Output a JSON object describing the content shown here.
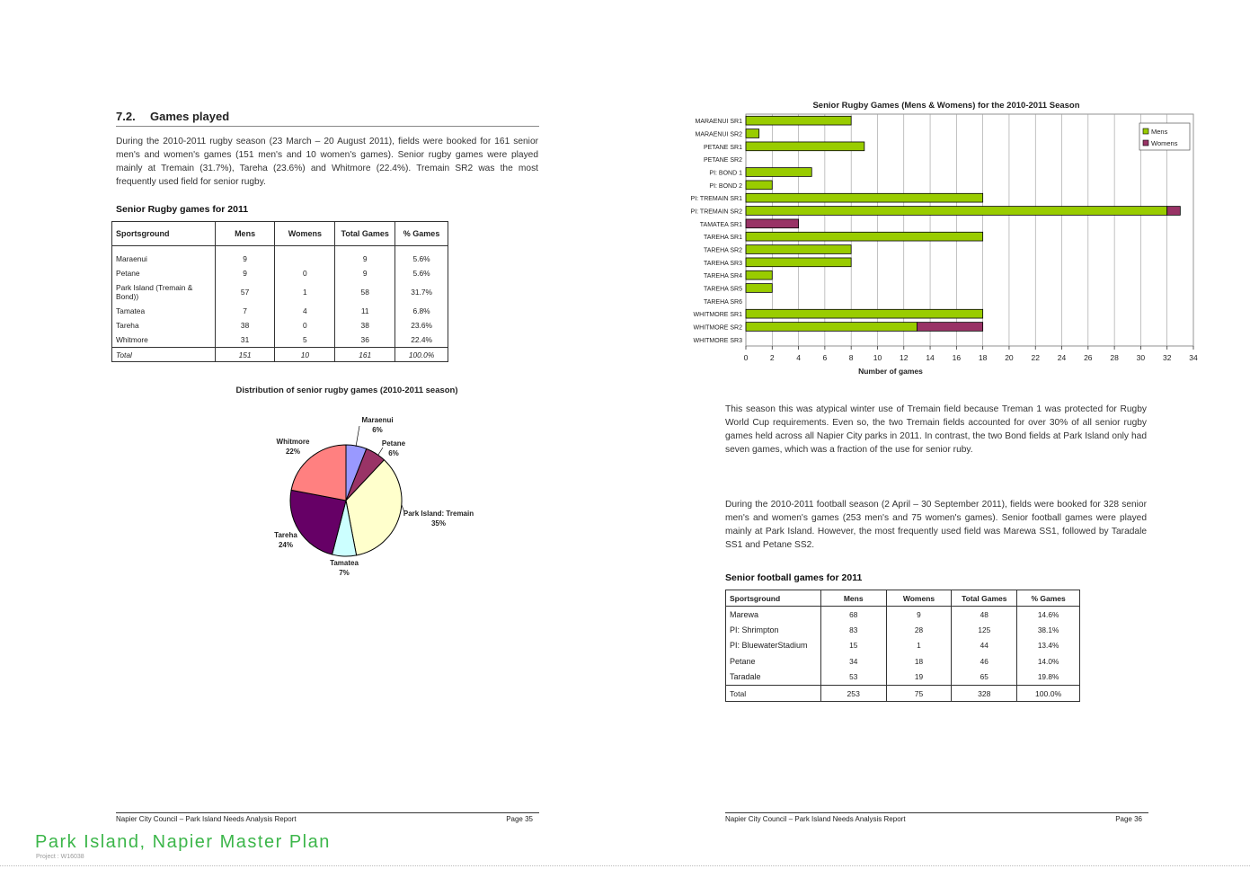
{
  "left_page": {
    "section_number": "7.2.",
    "section_title": "Games played",
    "intro": "During the 2010-2011 rugby season (23 March – 20 August 2011), fields were booked for 161 senior men's and women's games (151 men's and 10 women's games).  Senior rugby games were played mainly at Tremain (31.7%), Tareha (23.6%) and Whitmore (22.4%).  Tremain SR2 was the most frequently used field for senior rugby.",
    "rugby_table_title": "Senior Rugby games for 2011",
    "rugby_table": {
      "headers": [
        "Sportsground",
        "Mens",
        "Womens",
        "Total Games",
        "% Games"
      ],
      "rows": [
        [
          "Maraenui",
          "9",
          "",
          "9",
          "5.6%"
        ],
        [
          "Petane",
          "9",
          "0",
          "9",
          "5.6%"
        ],
        [
          "Park Island (Tremain & Bond))",
          "57",
          "1",
          "58",
          "31.7%"
        ],
        [
          "Tamatea",
          "7",
          "4",
          "11",
          "6.8%"
        ],
        [
          "Tareha",
          "38",
          "0",
          "38",
          "23.6%"
        ],
        [
          "Whitmore",
          "31",
          "5",
          "36",
          "22.4%"
        ]
      ],
      "total": [
        "Total",
        "151",
        "10",
        "161",
        "100.0%"
      ]
    },
    "footer_left": "Napier City Council – Park Island Needs Analysis Report",
    "footer_page": "Page 35"
  },
  "right_page": {
    "para1": "This season this was atypical winter use of Tremain field because Treman 1 was protected for Rugby World Cup requirements.  Even so, the two Tremain fields accounted for over 30% of all senior rugby games held across all Napier City parks in 2011.  In contrast, the two Bond fields at Park Island only had seven games, which was a fraction of the use for senior ruby.",
    "para2": "During the 2010-2011 football season (2 April – 30 September 2011), fields were booked for 328 senior men's and women's games (253 men's and 75 women's games).  Senior football games were played mainly at Park Island.  However, the most frequently used field was Marewa SS1, followed by Taradale SS1 and Petane SS2.",
    "football_table_title": "Senior football games for 2011",
    "football_table": {
      "headers": [
        "Sportsground",
        "Mens",
        "Womens",
        "Total Games",
        "% Games"
      ],
      "rows": [
        [
          "Marewa",
          "68",
          "9",
          "48",
          "14.6%"
        ],
        [
          "PI: Shrimpton",
          "83",
          "28",
          "125",
          "38.1%"
        ],
        [
          "PI: BluewaterStadium",
          "15",
          "1",
          "44",
          "13.4%"
        ],
        [
          "Petane",
          "34",
          "18",
          "46",
          "14.0%"
        ],
        [
          "Taradale",
          "53",
          "19",
          "65",
          "19.8%"
        ]
      ],
      "total": [
        "Total",
        "253",
        "75",
        "328",
        "100.0%"
      ]
    },
    "footer_left": "Napier City Council – Park Island Needs Analysis Report",
    "footer_page": "Page 36"
  },
  "brand": {
    "title": "Park Island, Napier Master Plan",
    "project": "Project : W16038",
    "color": "#3cb64a"
  },
  "chart_data": [
    {
      "type": "pie",
      "title": "Distribution of senior rugby games (2010-2011 season)",
      "slices": [
        {
          "label": "Maraenui",
          "pct_label": "6%",
          "value": 6,
          "color": "#9999ff"
        },
        {
          "label": "Petane",
          "pct_label": "6%",
          "value": 6,
          "color": "#993366"
        },
        {
          "label": "Park Island: Tremain",
          "pct_label": "35%",
          "value": 35,
          "color": "#ffffcc"
        },
        {
          "label": "Tamatea",
          "pct_label": "7%",
          "value": 7,
          "color": "#ccffff"
        },
        {
          "label": "Tareha",
          "pct_label": "24%",
          "value": 24,
          "color": "#660066"
        },
        {
          "label": "Whitmore",
          "pct_label": "22%",
          "value": 22,
          "color": "#ff8080"
        }
      ]
    },
    {
      "type": "bar",
      "orientation": "horizontal",
      "stacked": true,
      "title": "Senior Rugby Games (Mens & Womens) for the 2010-2011 Season",
      "xlabel": "Number of games",
      "xlim": [
        0,
        34
      ],
      "xticks": [
        0,
        2,
        4,
        6,
        8,
        10,
        12,
        14,
        16,
        18,
        20,
        22,
        24,
        26,
        28,
        30,
        32,
        34
      ],
      "grid": true,
      "legend_position": "top-right",
      "categories": [
        "MARAENUI SR1",
        "MARAENUI SR2",
        "PETANE SR1",
        "PETANE SR2",
        "PI: BOND 1",
        "PI: BOND 2",
        "PI: TREMAIN SR1",
        "PI: TREMAIN SR2",
        "TAMATEA SR1",
        "TAREHA SR1",
        "TAREHA SR2",
        "TAREHA SR3",
        "TAREHA SR4",
        "TAREHA SR5",
        "TAREHA SR6",
        "WHITMORE SR1",
        "WHITMORE SR2",
        "WHITMORE SR3"
      ],
      "series": [
        {
          "name": "Mens",
          "color": "#99cc00",
          "values": [
            8,
            1,
            9,
            0,
            5,
            2,
            18,
            32,
            0,
            18,
            8,
            8,
            2,
            2,
            0,
            18,
            13,
            0
          ]
        },
        {
          "name": "Womens",
          "color": "#993366",
          "values": [
            0,
            0,
            0,
            0,
            0,
            0,
            0,
            1,
            4,
            0,
            0,
            0,
            0,
            0,
            0,
            0,
            5,
            0
          ]
        }
      ]
    }
  ]
}
